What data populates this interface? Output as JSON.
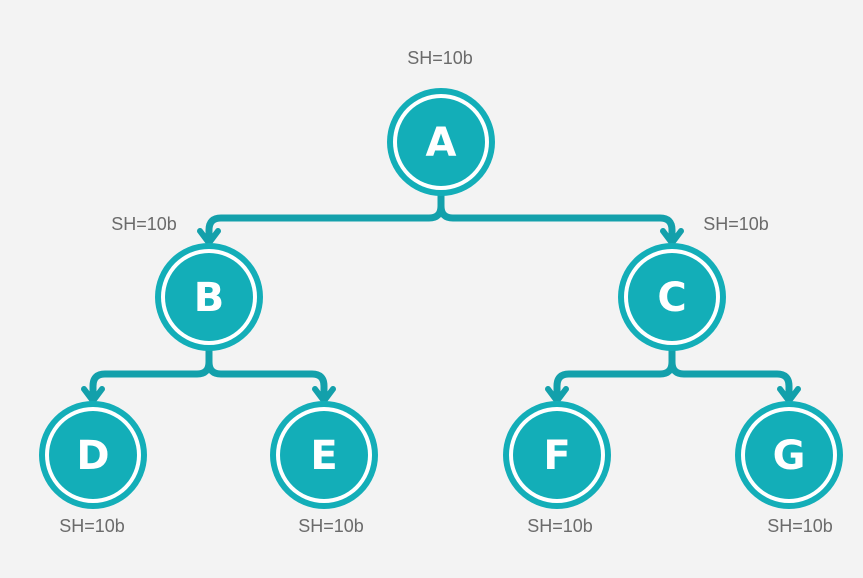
{
  "colors": {
    "node_fill": "#13aeb8",
    "edge": "#13a0ab",
    "ring_gap": "#ffffff",
    "label_text": "#6b6b6b",
    "background": "#f3f3f3"
  },
  "tree": {
    "nodes": [
      {
        "id": "A",
        "letter": "A",
        "label": "SH=10b"
      },
      {
        "id": "B",
        "letter": "B",
        "label": "SH=10b"
      },
      {
        "id": "C",
        "letter": "C",
        "label": "SH=10b"
      },
      {
        "id": "D",
        "letter": "D",
        "label": "SH=10b"
      },
      {
        "id": "E",
        "letter": "E",
        "label": "SH=10b"
      },
      {
        "id": "F",
        "letter": "F",
        "label": "SH=10b"
      },
      {
        "id": "G",
        "letter": "G",
        "label": "SH=10b"
      }
    ],
    "edges": [
      {
        "from": "A",
        "to": "B"
      },
      {
        "from": "A",
        "to": "C"
      },
      {
        "from": "B",
        "to": "D"
      },
      {
        "from": "B",
        "to": "E"
      },
      {
        "from": "C",
        "to": "F"
      },
      {
        "from": "C",
        "to": "G"
      }
    ]
  }
}
